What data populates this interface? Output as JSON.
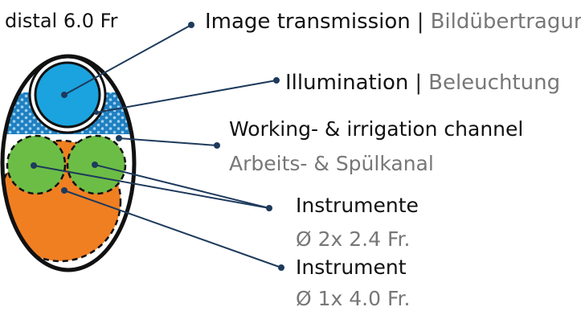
{
  "header": {
    "size_label": "distal 6.0 Fr"
  },
  "labels": {
    "image_transmission": {
      "en": "Image transmission",
      "sep": "|",
      "de": "Bildübertragung"
    },
    "illumination": {
      "en": "Illumination",
      "sep": "|",
      "de": "Beleuchtung"
    },
    "working_channel": {
      "en": "Working- & irrigation channel",
      "de": "Arbeits- & Spülkanal"
    },
    "instrumente": {
      "name": "Instrumente",
      "size": "Ø 2x 2.4 Fr."
    },
    "instrument": {
      "name": "Instrument",
      "size": "Ø 1x 4.0 Fr."
    }
  },
  "colors": {
    "line": "#1e3a5c",
    "image_channel": "#1aa3df",
    "illumination_fibers": "#1f7fc0",
    "small_channels": "#6cbd45",
    "large_channel": "#f07f22",
    "outline": "#111111",
    "secondary_text": "#777777"
  }
}
